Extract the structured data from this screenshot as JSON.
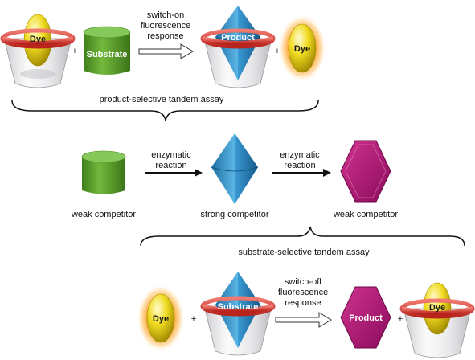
{
  "row1": {
    "dye_label": "Dye",
    "substrate_label": "Substrate",
    "arrow_text": [
      "switch-on",
      "fluorescence",
      "response"
    ],
    "product_label": "Product",
    "free_dye_label": "Dye",
    "plus": "+",
    "bracket_label": "product-selective tandem assay"
  },
  "row2": {
    "reaction1": [
      "enzymatic",
      "reaction"
    ],
    "reaction2": [
      "enzymatic",
      "reaction"
    ],
    "left_caption": "weak competitor",
    "middle_caption": "strong competitor",
    "right_caption": "weak competitor"
  },
  "row3": {
    "bracket_label": "substrate-selective tandem assay",
    "free_dye_label": "Dye",
    "substrate_label": "Substrate",
    "arrow_text": [
      "switch-off",
      "fluorescence",
      "response"
    ],
    "product_label": "Product",
    "dye_label": "Dye",
    "plus": "+"
  },
  "colors": {
    "dye_yellow": "#e8d21a",
    "glow_orange": "#ff9a1e",
    "substrate_green": "#5aa02c",
    "product_blue": "#2e8ec4",
    "product_magenta": "#b3127a",
    "host_ring_red": "#d9413a",
    "host_cup_gray": "#c8c8cc"
  }
}
